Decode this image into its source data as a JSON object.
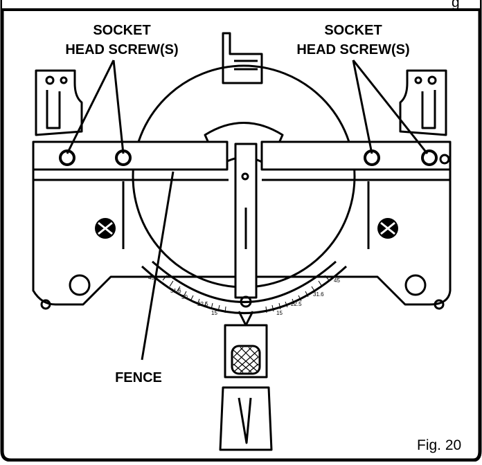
{
  "labels": {
    "socket_left_line1": "SOCKET",
    "socket_left_line2": "HEAD SCREW(S)",
    "socket_right_line1": "SOCKET",
    "socket_right_line2": "HEAD SCREW(S)",
    "fence": "FENCE",
    "figure": "Fig. 20",
    "corner_fragment": "g"
  },
  "miter_scale": {
    "left_marks": [
      "45",
      "31.6",
      "30",
      "22.5",
      "15"
    ],
    "right_marks": [
      "15",
      "22.5",
      "31.6",
      "45"
    ]
  }
}
